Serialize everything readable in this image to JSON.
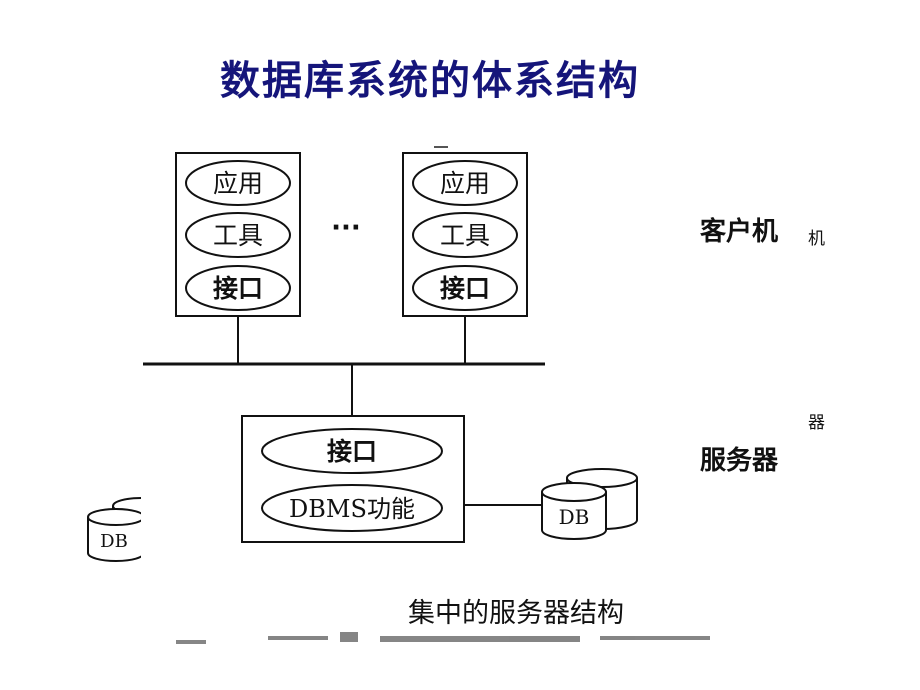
{
  "title": "数据库系统的体系结构",
  "client_1": {
    "app": "应用",
    "tool": "工具",
    "interface": "接口"
  },
  "client_2": {
    "app": "应用",
    "tool": "工具",
    "interface": "接口"
  },
  "ellipsis": "···",
  "client_label": "客户机",
  "client_label_small": "机",
  "server": {
    "interface": "接口",
    "dbms": "DBMS功能"
  },
  "server_label": "服务器",
  "server_label_small": "器",
  "db_label": "DB",
  "db_label_left": "DB",
  "caption": "集中的服务器结构",
  "colors": {
    "title": "#15157a",
    "lines": "#111111"
  }
}
